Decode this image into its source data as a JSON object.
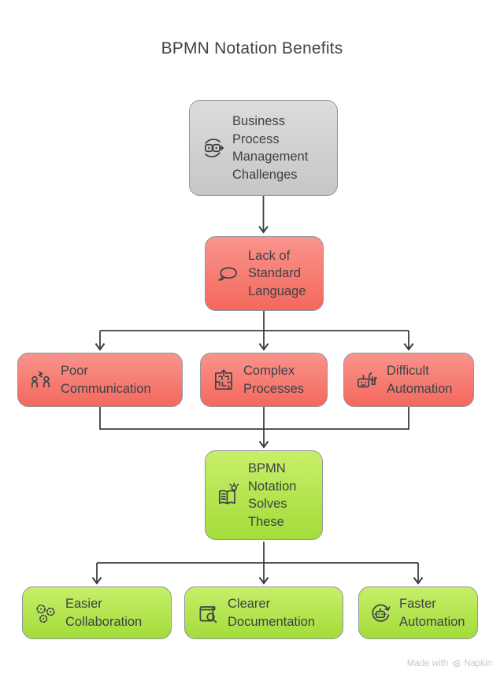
{
  "title": "BPMN Notation Benefits",
  "nodes": [
    {
      "id": "challenges",
      "label": "Business Process Management Challenges",
      "icon": "process-cycle-icon",
      "color_role": "gray"
    },
    {
      "id": "lack",
      "label": "Lack of Standard Language",
      "icon": "speech-bubble-icon",
      "color_role": "red"
    },
    {
      "id": "poor",
      "label": "Poor Communication",
      "icon": "people-conflict-icon",
      "color_role": "red"
    },
    {
      "id": "complex",
      "label": "Complex Processes",
      "icon": "maze-icon",
      "color_role": "red"
    },
    {
      "id": "difficult",
      "label": "Difficult Automation",
      "icon": "robot-wrench-icon",
      "color_role": "red"
    },
    {
      "id": "solves",
      "label": "BPMN Notation Solves These",
      "icon": "book-idea-icon",
      "color_role": "green"
    },
    {
      "id": "easier",
      "label": "Easier Collaboration",
      "icon": "gears-icon",
      "color_role": "green"
    },
    {
      "id": "clearer",
      "label": "Clearer Documentation",
      "icon": "document-search-icon",
      "color_role": "green"
    },
    {
      "id": "faster",
      "label": "Faster Automation",
      "icon": "robot-refresh-icon",
      "color_role": "green"
    }
  ],
  "edges": [
    [
      "challenges",
      "lack"
    ],
    [
      "lack",
      "poor"
    ],
    [
      "lack",
      "complex"
    ],
    [
      "lack",
      "difficult"
    ],
    [
      "poor",
      "solves"
    ],
    [
      "complex",
      "solves"
    ],
    [
      "difficult",
      "solves"
    ],
    [
      "solves",
      "easier"
    ],
    [
      "solves",
      "clearer"
    ],
    [
      "solves",
      "faster"
    ]
  ],
  "colors": {
    "gray_top": "#dcdcdc",
    "gray_bottom": "#c6c6c6",
    "red_top": "#f9948c",
    "red_bottom": "#f4685d",
    "green_top": "#c7ef6a",
    "green_bottom": "#a3dc3a",
    "node_border": "#8e969d",
    "connector_line": "#3a4045",
    "text": "#3d4247",
    "watermark_text": "#c7c9cb"
  },
  "watermark": {
    "prefix": "Made with",
    "brand": "Napkin"
  }
}
